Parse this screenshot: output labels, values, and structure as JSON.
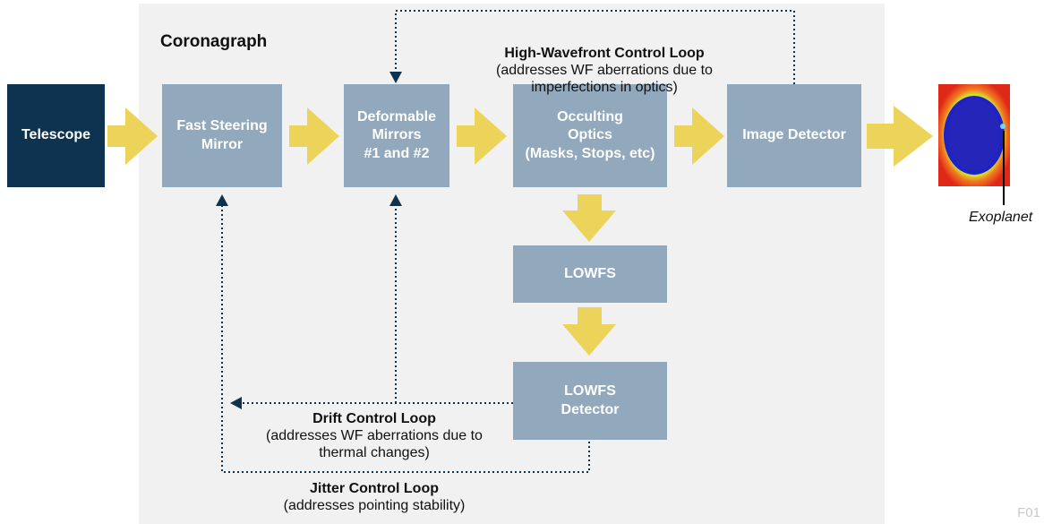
{
  "diagram": {
    "panel_title": "Coronagraph",
    "blocks": {
      "telescope": "Telescope",
      "fast_steering_mirror": "Fast Steering\nMirror",
      "deformable_mirrors": "Deformable\nMirrors\n#1 and  #2",
      "occulting_optics": "Occulting\nOptics\n(Masks, Stops, etc)",
      "image_detector": "Image Detector",
      "lowfs": "LOWFS",
      "lowfs_detector": "LOWFS\nDetector"
    },
    "loops": {
      "high_wavefront": {
        "title": "High-Wavefront Control Loop",
        "subtitle1": "(addresses WF aberrations due to",
        "subtitle2": "imperfections in optics)"
      },
      "drift": {
        "title": "Drift Control Loop",
        "subtitle1": "(addresses WF aberrations due to",
        "subtitle2": "thermal changes)"
      },
      "jitter": {
        "title": "Jitter Control Loop",
        "subtitle1": "(addresses pointing stability)"
      }
    },
    "exoplanet_label": "Exoplanet",
    "figure_code": "F01",
    "colors": {
      "block": "#91a8bd",
      "telescope": "#0e3350",
      "flow_arrow": "#ecd45a",
      "loop_line": "#0e3350",
      "panel": "#f1f1f1"
    }
  }
}
